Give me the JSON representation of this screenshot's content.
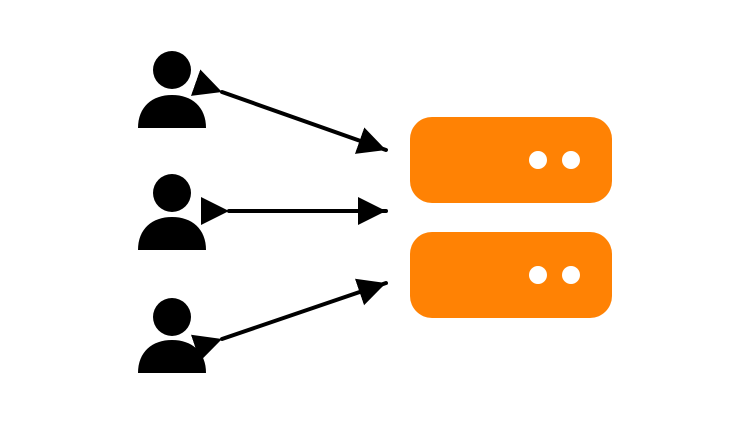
{
  "diagram": {
    "icons": {
      "user": "user-icon",
      "server": "server-icon",
      "arrow": "bidirectional-arrow"
    },
    "users_count": 3,
    "server_units_count": 2,
    "connections_count": 3
  },
  "colors": {
    "background": "#ffffff",
    "user": "#000000",
    "server": "#ff8204",
    "server_light": "#ffffff",
    "arrow": "#000000"
  }
}
